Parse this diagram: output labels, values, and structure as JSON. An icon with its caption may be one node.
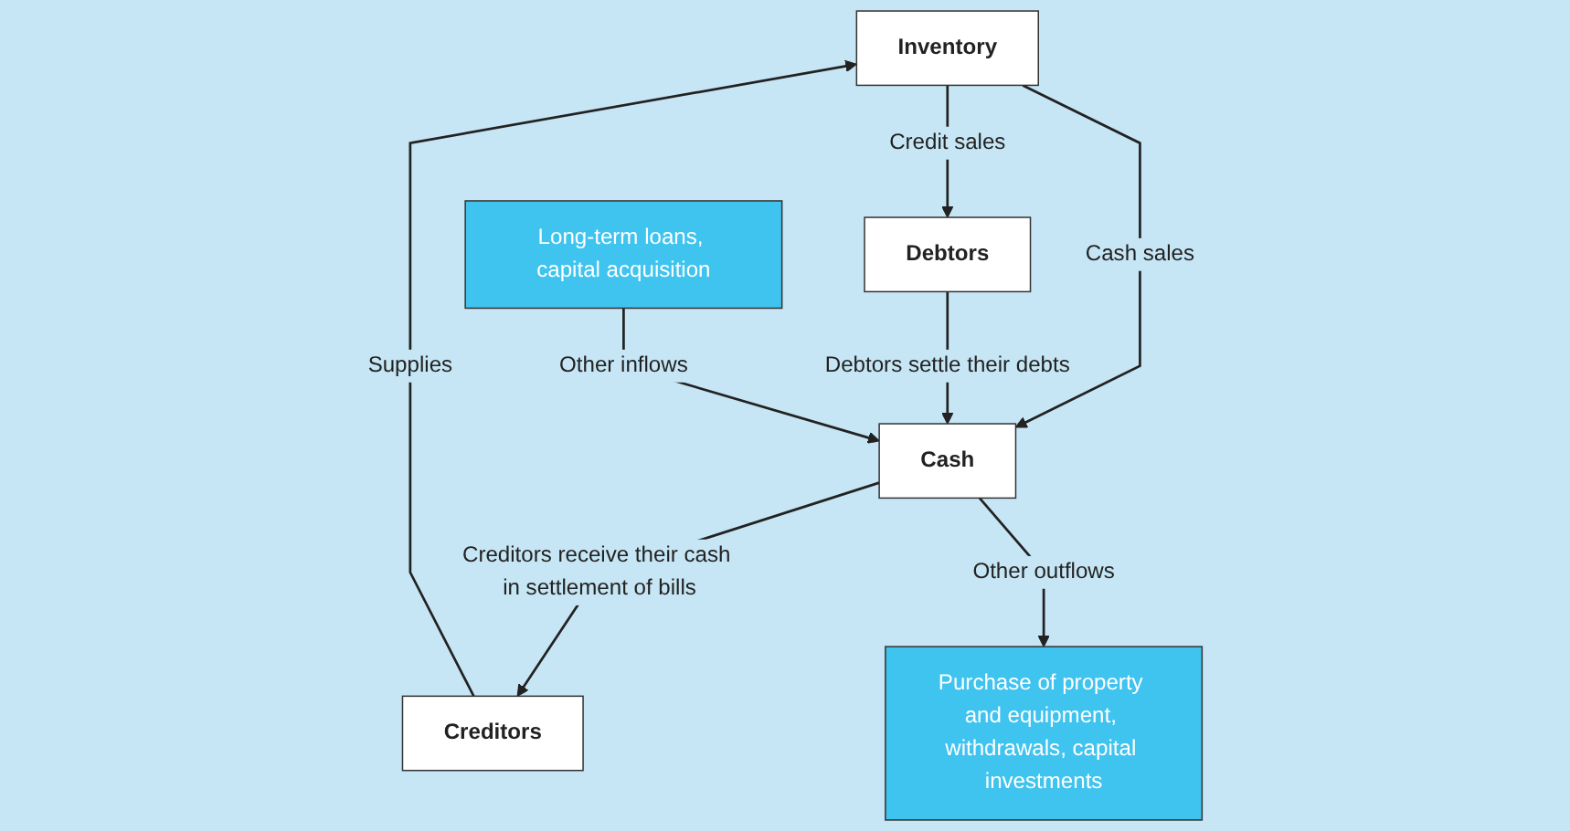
{
  "diagram": {
    "nodes": [
      {
        "text": [
          "Inventory"
        ]
      },
      {
        "text": [
          "Debtors"
        ]
      },
      {
        "text": [
          "Creditors"
        ]
      },
      {
        "text": [
          "Cash"
        ]
      },
      {
        "text": [
          "Long-term loans, capital acquisition"
        ]
      },
      {
        "text": [
          "Purchase of property and equipment, withdrawals, capital investments"
        ]
      }
    ],
    "edges": [
      {
        "from": 0,
        "to": 1,
        "arrow": "to",
        "label": "Credit sales"
      },
      {
        "from": 2,
        "to": 0,
        "arrow": "to",
        "label": "Supplies"
      },
      {
        "from": 0,
        "to": 3,
        "arrow": "to",
        "label": "Cash sales"
      },
      {
        "from": 1,
        "to": 3,
        "arrow": "to",
        "label": "Debtors settle their debts"
      },
      {
        "from": 3,
        "to": 2,
        "arrow": "to",
        "label": "Creditors receive their cash in settlement of bills"
      },
      {
        "from": 4,
        "to": 3,
        "arrow": "to",
        "label": "Other inflows"
      },
      {
        "from": 3,
        "to": 5,
        "arrow": "to",
        "label": "Other outflows"
      }
    ]
  }
}
